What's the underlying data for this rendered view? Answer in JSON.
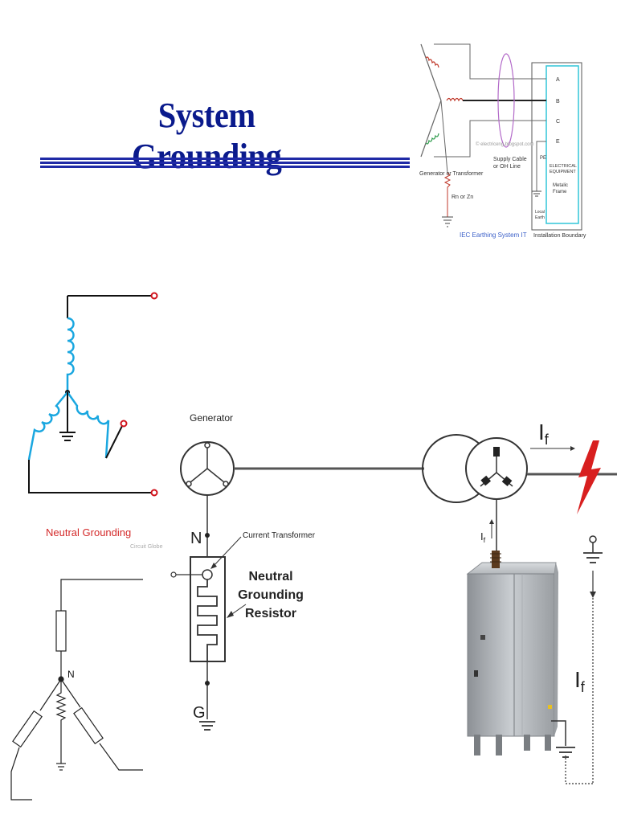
{
  "slide": {
    "title": "System Grounding"
  },
  "iec_diagram": {
    "phase_a": "A",
    "phase_b": "B",
    "phase_c": "C",
    "earth": "E",
    "pe": "PE",
    "gen_label": "Generator or Transformer",
    "impedance": "Rn or Zn",
    "cable_line1": "Supply Cable",
    "cable_line2": "or OH Line",
    "watermark": "© electriceng.blogspot.com",
    "equip_line1": "ELECTRICAL",
    "equip_line2": "EQUIPMENT",
    "frame_line1": "Metalic",
    "frame_line2": "Frame",
    "local_earth_1": "Local",
    "local_earth_2": "Earth",
    "caption": "IEC Earthing System IT",
    "boundary": "Installation Boundary"
  },
  "neutral_diagram": {
    "caption": "Neutral Grounding",
    "watermark": "Circuit Globe"
  },
  "ngr_diagram": {
    "generator": "Generator",
    "neutral": "N",
    "ct": "Current Transformer",
    "resistor_line1": "Neutral",
    "resistor_line2": "Grounding",
    "resistor_line3": "Resistor",
    "ground": "G",
    "fault_current": "I",
    "fault_sub": "f"
  },
  "bottom_left": {
    "neutral": "N"
  },
  "colors": {
    "title": "#0a1a8c",
    "rule": "#1f2aa6",
    "coil": "#1aa7e0",
    "terminal": "#d0121b",
    "caption_red": "#d42a2a",
    "iec_caption": "#3a5fc8",
    "cyan_box": "#31c6d8",
    "ellipse": "#b36bc9"
  }
}
